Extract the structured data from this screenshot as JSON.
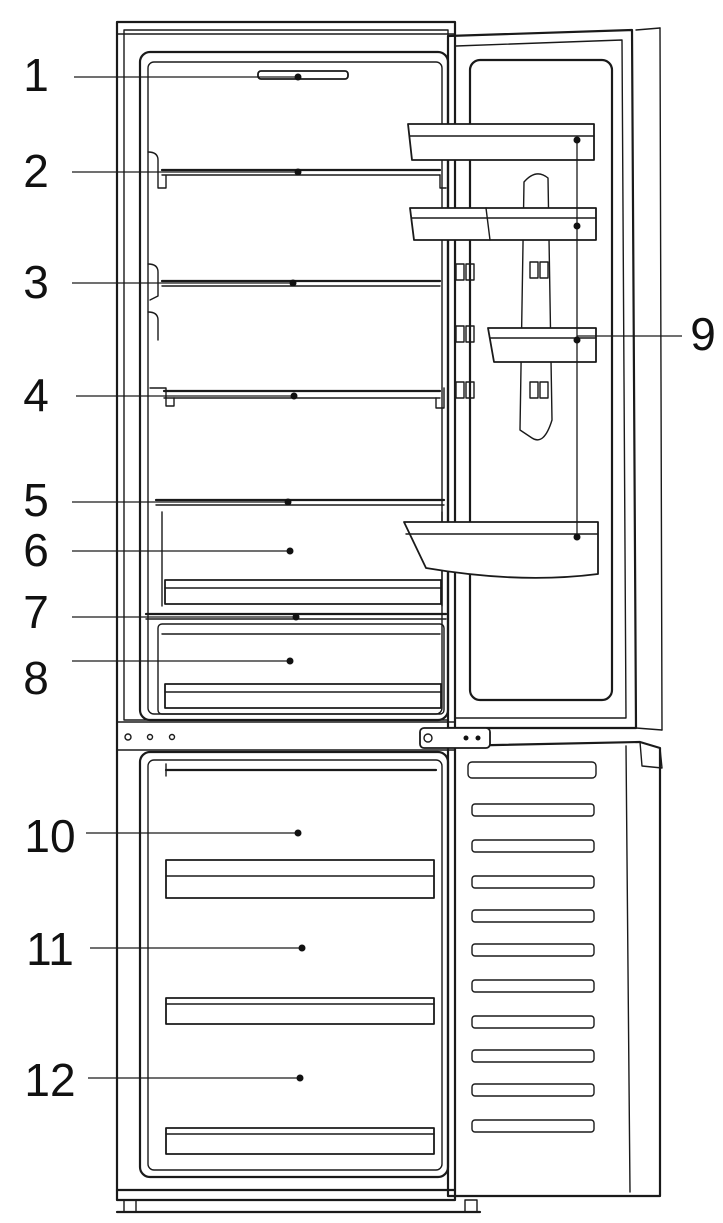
{
  "callouts": [
    {
      "label": "1",
      "part": "interior light"
    },
    {
      "label": "2",
      "part": "glass shelf"
    },
    {
      "label": "3",
      "part": "glass shelf"
    },
    {
      "label": "4",
      "part": "glass shelf"
    },
    {
      "label": "5",
      "part": "glass shelf"
    },
    {
      "label": "6",
      "part": "crisper drawer"
    },
    {
      "label": "7",
      "part": "divider shelf"
    },
    {
      "label": "8",
      "part": "crisper drawer"
    },
    {
      "label": "9",
      "part": "door balconies"
    },
    {
      "label": "10",
      "part": "freezer drawer"
    },
    {
      "label": "11",
      "part": "freezer drawer"
    },
    {
      "label": "12",
      "part": "freezer drawer"
    }
  ]
}
